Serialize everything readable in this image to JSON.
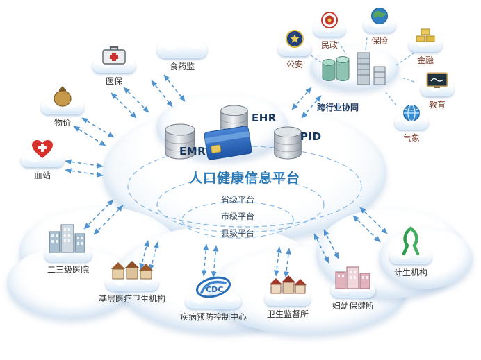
{
  "diagram": {
    "title": "人口健康信息平台",
    "datastores": [
      {
        "label": "EMR",
        "icon": "database-icon"
      },
      {
        "label": "EHR",
        "icon": "database-icon"
      },
      {
        "label": "PID",
        "icon": "database-icon"
      }
    ],
    "card_icon": "health-card-icon",
    "levels": [
      {
        "label": "省级平台"
      },
      {
        "label": "市级平台"
      },
      {
        "label": "县级平台"
      }
    ],
    "cross_industry": {
      "label": "跨行业协同",
      "hub_icon": "server-cluster-icon",
      "nodes": [
        {
          "label": "公安",
          "icon": "police-badge-icon"
        },
        {
          "label": "民政",
          "icon": "civil-emblem-icon"
        },
        {
          "label": "保险",
          "icon": "globe-icon"
        },
        {
          "label": "金融",
          "icon": "gold-stack-icon"
        },
        {
          "label": "教育",
          "icon": "blackboard-icon"
        },
        {
          "label": "气象",
          "icon": "meteo-globe-icon"
        }
      ]
    },
    "side_nodes": [
      {
        "label": "食药监",
        "icon": "cloud-icon"
      },
      {
        "label": "医保",
        "icon": "medkit-icon"
      },
      {
        "label": "物价",
        "icon": "money-bag-icon"
      },
      {
        "label": "血站",
        "icon": "blood-heart-icon"
      }
    ],
    "bottom_nodes": [
      {
        "label": "二三级医院",
        "icon": "hospital-buildings-icon"
      },
      {
        "label": "基层医疗卫生机构",
        "icon": "village-houses-icon"
      },
      {
        "label": "疾病预防控制中心",
        "icon": "cdc-logo-icon",
        "logo_text": "CDC"
      },
      {
        "label": "卫生监督所",
        "icon": "houses-icon"
      },
      {
        "label": "妇幼保健所",
        "icon": "pink-buildings-icon"
      },
      {
        "label": "计生机构",
        "icon": "green-ribbon-icon"
      }
    ],
    "colors": {
      "title": "#2b7ab8",
      "datastore_label": "#16365c",
      "arrow": "#4f93d1",
      "ellipse": "#86b7e4",
      "cross_label": "#1d3b66",
      "industry_label": "#7a3b2a",
      "node_label": "#333333"
    }
  }
}
